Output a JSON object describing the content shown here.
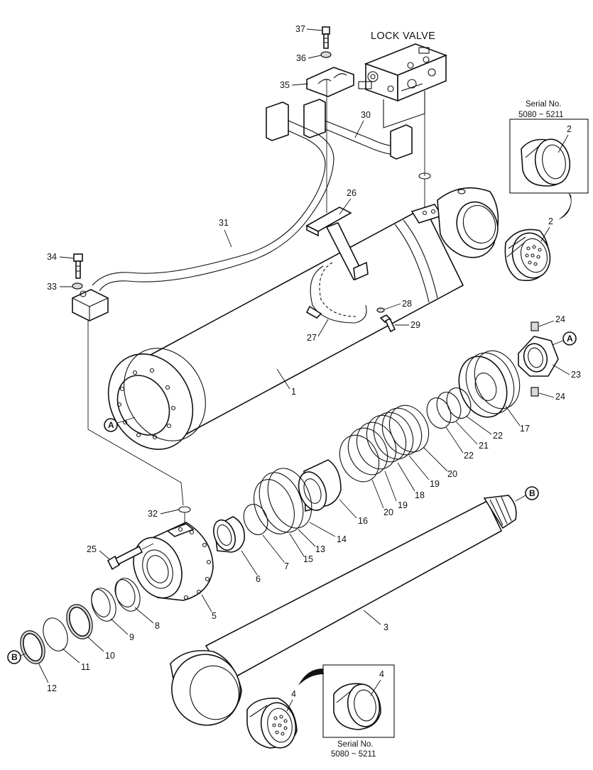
{
  "lock_valve_label": "LOCK VALVE",
  "insets": [
    {
      "id": "inset-top",
      "serial_label": "Serial No.",
      "serial_range": "5080 ~ 5211",
      "part": "2"
    },
    {
      "id": "inset-bottom",
      "serial_label": "Serial No.",
      "serial_range": "5080 ~ 5211",
      "part": "4"
    }
  ],
  "refs": [
    "A",
    "A",
    "B",
    "B"
  ],
  "parts": {
    "p1": "1",
    "p2": "2",
    "p3": "3",
    "p4": "4",
    "p5": "5",
    "p6": "6",
    "p7": "7",
    "p8": "8",
    "p9": "9",
    "p10": "10",
    "p11": "11",
    "p12": "12",
    "p13": "13",
    "p14": "14",
    "p15": "15",
    "p16": "16",
    "p17": "17",
    "p18": "18",
    "p19a": "19",
    "p19b": "19",
    "p20a": "20",
    "p20b": "20",
    "p21": "21",
    "p22a": "22",
    "p22b": "22",
    "p23": "23",
    "p24a": "24",
    "p24b": "24",
    "p25": "25",
    "p26": "26",
    "p27": "27",
    "p28": "28",
    "p29": "29",
    "p30": "30",
    "p31": "31",
    "p32": "32",
    "p33": "33",
    "p34": "34",
    "p35": "35",
    "p36": "36",
    "p37": "37"
  }
}
